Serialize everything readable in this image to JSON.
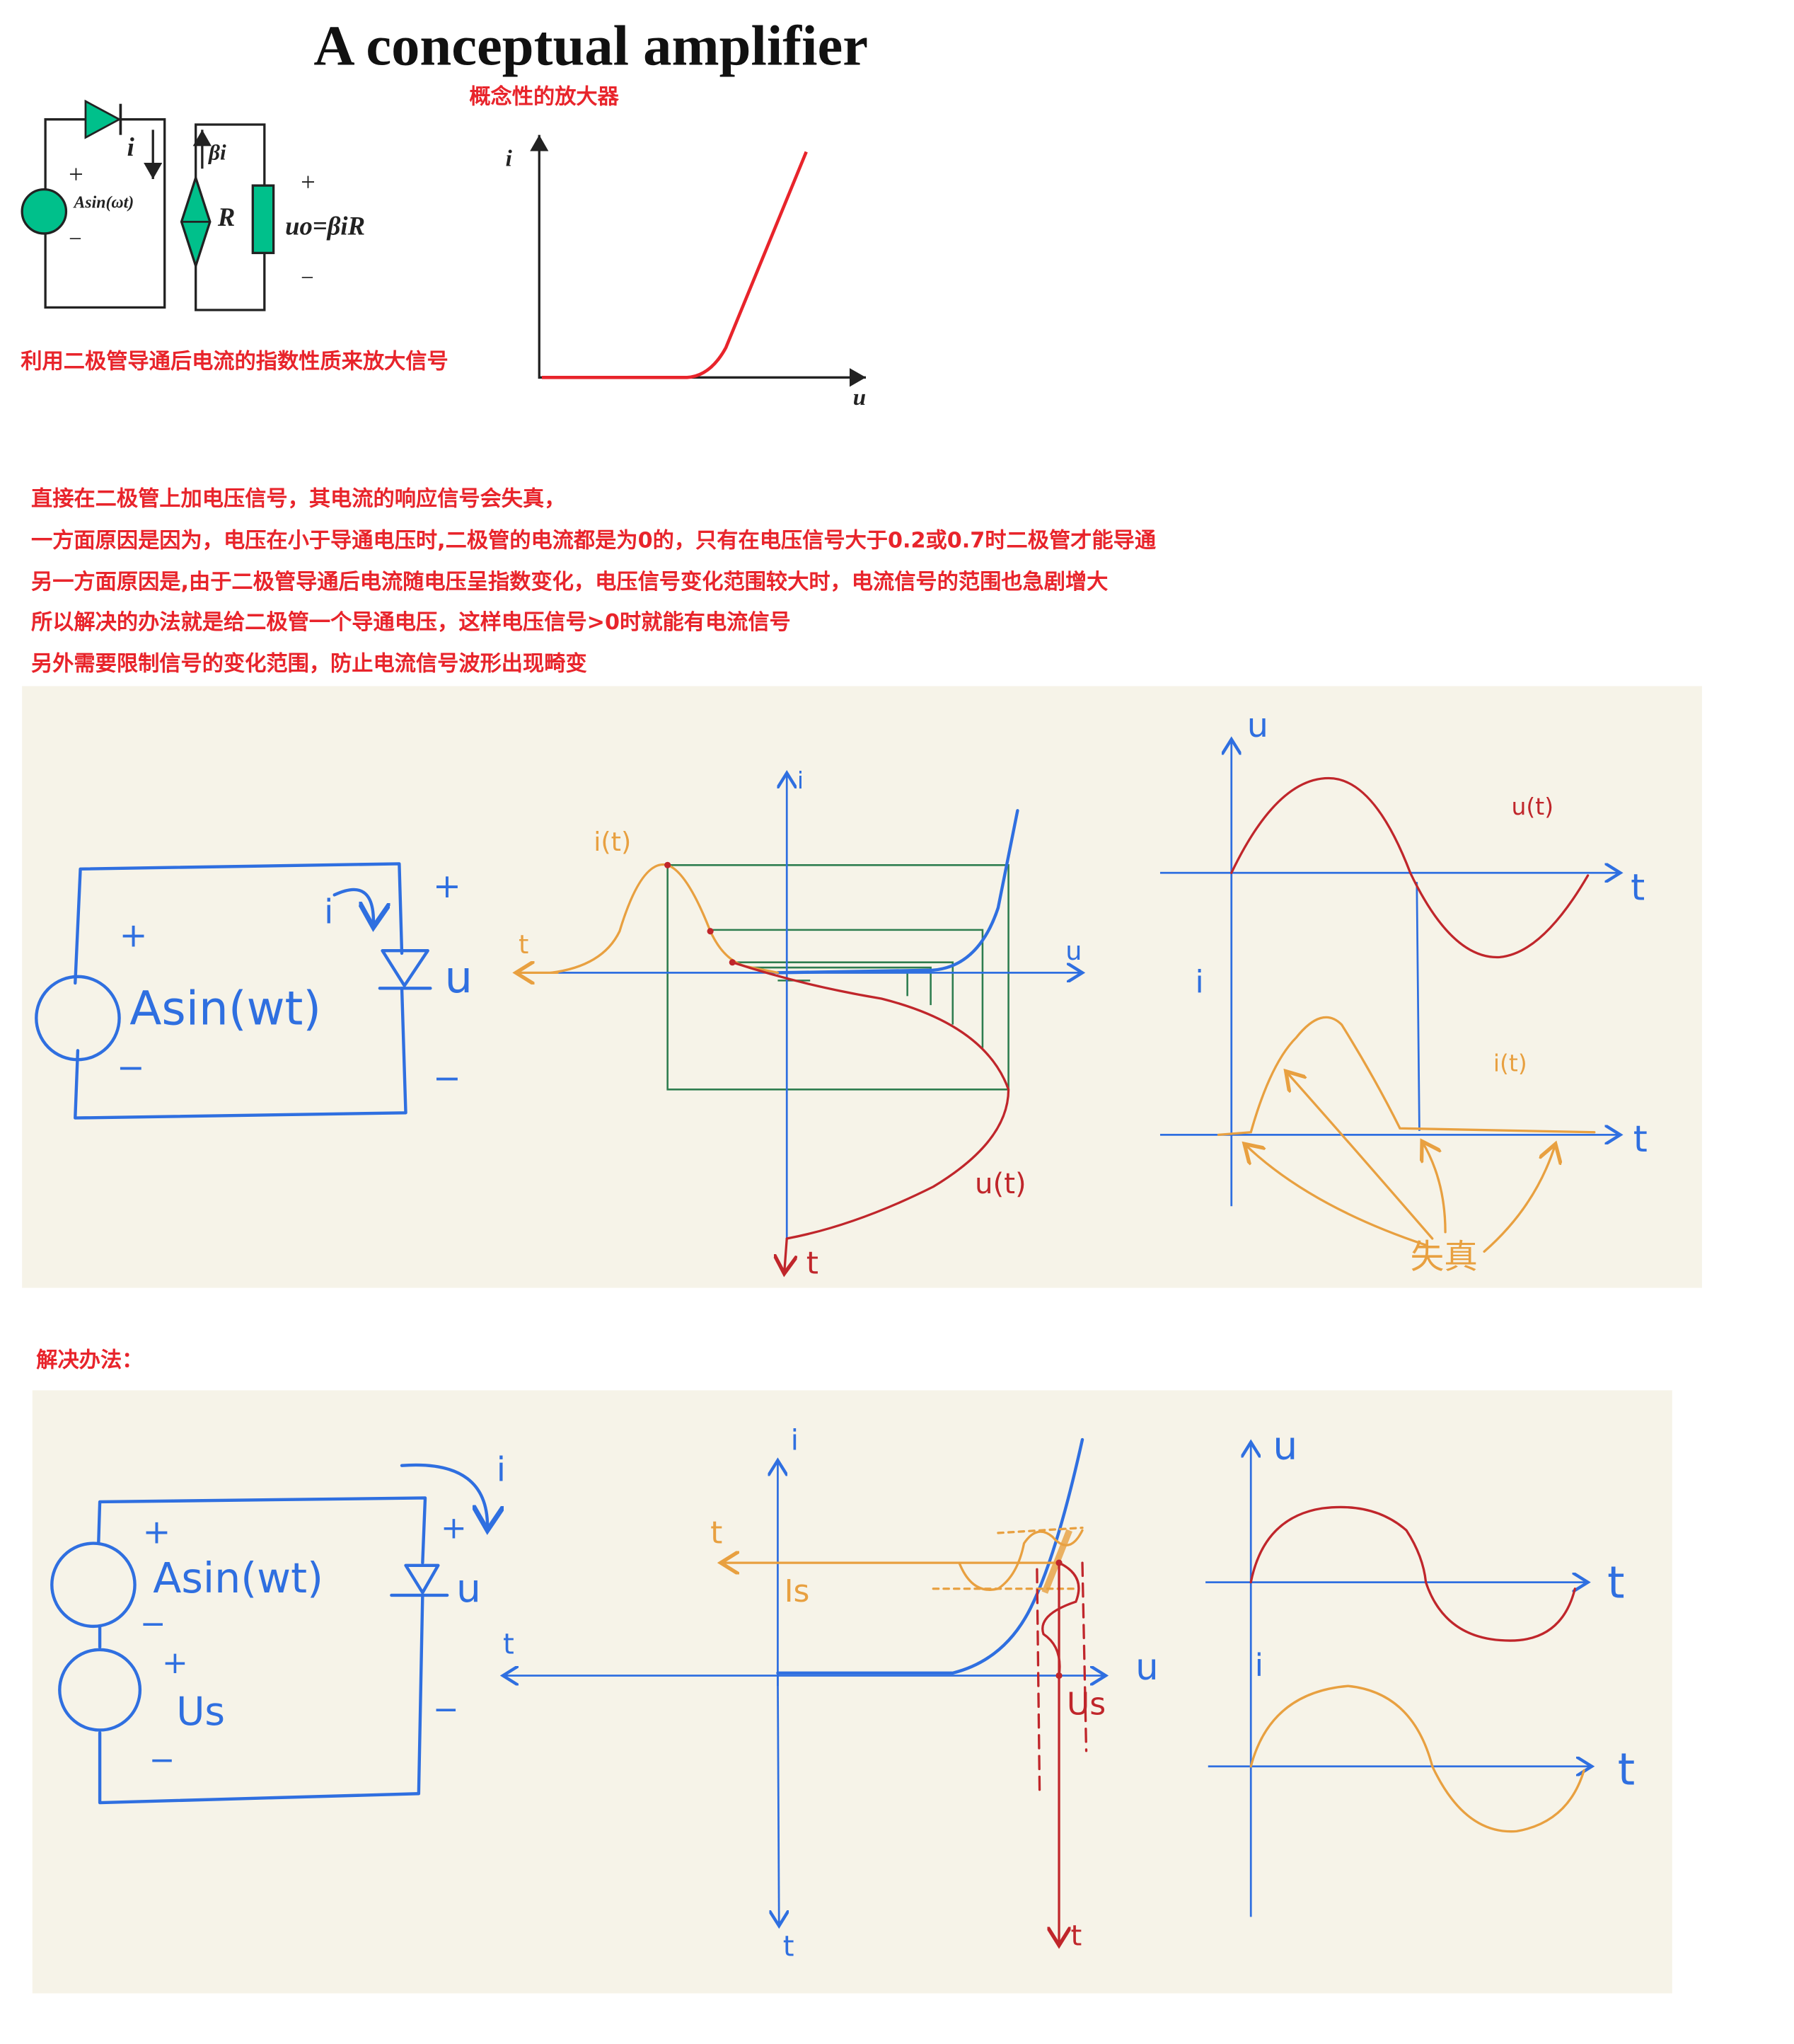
{
  "header": {
    "title": "A conceptual amplifier",
    "subtitle": "概念性的放大器"
  },
  "top_circuit": {
    "current_label": "i",
    "source_plus": "+",
    "source_label": "Asin(ωt)",
    "source_minus": "−",
    "dependent_source_label": "βi",
    "resistor_label": "R",
    "output_plus": "+",
    "output_label": "uo=βiR",
    "output_minus": "−"
  },
  "iv_graph": {
    "y_label": "i",
    "x_label": "u"
  },
  "caption": "利用二极管导通后电流的指数性质来放大信号",
  "explanation": [
    "直接在二极管上加电压信号，其电流的响应信号会失真，",
    "一方面原因是因为，电压在小于导通电压时,二极管的电流都是为0的，只有在电压信号大于0.2或0.7时二极管才能导通",
    "另一方面原因是,由于二极管导通后电流随电压呈指数变化，电压信号变化范围较大时，电流信号的范围也急剧增大",
    "所以解决的办法就是给二极管一个导通电压，这样电压信号>0时就能有电流信号",
    "另外需要限制信号的变化范围，防止电流信号波形出现畸变"
  ],
  "sketch1": {
    "circuit": {
      "source": "Asin(wt)",
      "plus": "+",
      "minus": "−",
      "current": "i",
      "diode_voltage": "u",
      "out_plus": "+",
      "out_minus": "−"
    },
    "transfer": {
      "i_axis": "i",
      "u_axis": "u",
      "t_left": "t",
      "t_down": "t",
      "i_curve": "i(t)",
      "u_curve": "u(t)"
    },
    "waveforms": {
      "u_axis": "u",
      "t1": "t",
      "u_curve": "u(t)",
      "i_axis": "i",
      "t2": "t",
      "i_curve": "i(t)",
      "distortion": "失真"
    }
  },
  "solution_label": "解决办法：",
  "sketch2": {
    "circuit": {
      "source": "Asin(wt)",
      "plus1": "+",
      "minus1": "−",
      "bias": "Us",
      "plus2": "+",
      "minus2": "−",
      "current": "i",
      "diode_voltage": "u",
      "out_plus": "+",
      "out_minus": "−"
    },
    "transfer": {
      "i_axis": "i",
      "u_axis": "u",
      "t_left": "t",
      "t_down": "t",
      "orange_t": "t",
      "is_label": "Is",
      "us_label": "Us",
      "red_t": "t"
    },
    "waveforms": {
      "u_axis": "u",
      "t1": "t",
      "i_axis": "i",
      "t2": "t"
    }
  },
  "colors": {
    "ink_blue": "#2f6fe0",
    "ink_red": "#c0262b",
    "ink_orange": "#e8a040",
    "ink_green": "#2e7d4f",
    "text_red": "#e8242b",
    "panel_bg": "#f6f3e8",
    "component": "#00c08b"
  }
}
